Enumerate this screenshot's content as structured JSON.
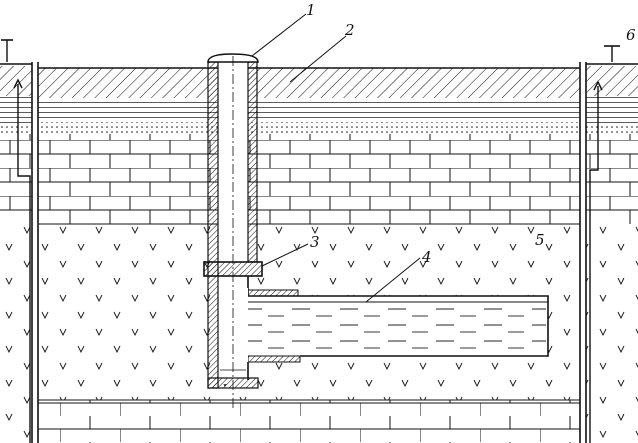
{
  "labels": {
    "casing_tube": "1",
    "soil_layer": "2",
    "packer_seal": "3",
    "horizontal_cavity": "4",
    "host_rock": "5",
    "observation_well": "6"
  },
  "colors": {
    "ink": "#111111",
    "background": "#ffffff"
  }
}
